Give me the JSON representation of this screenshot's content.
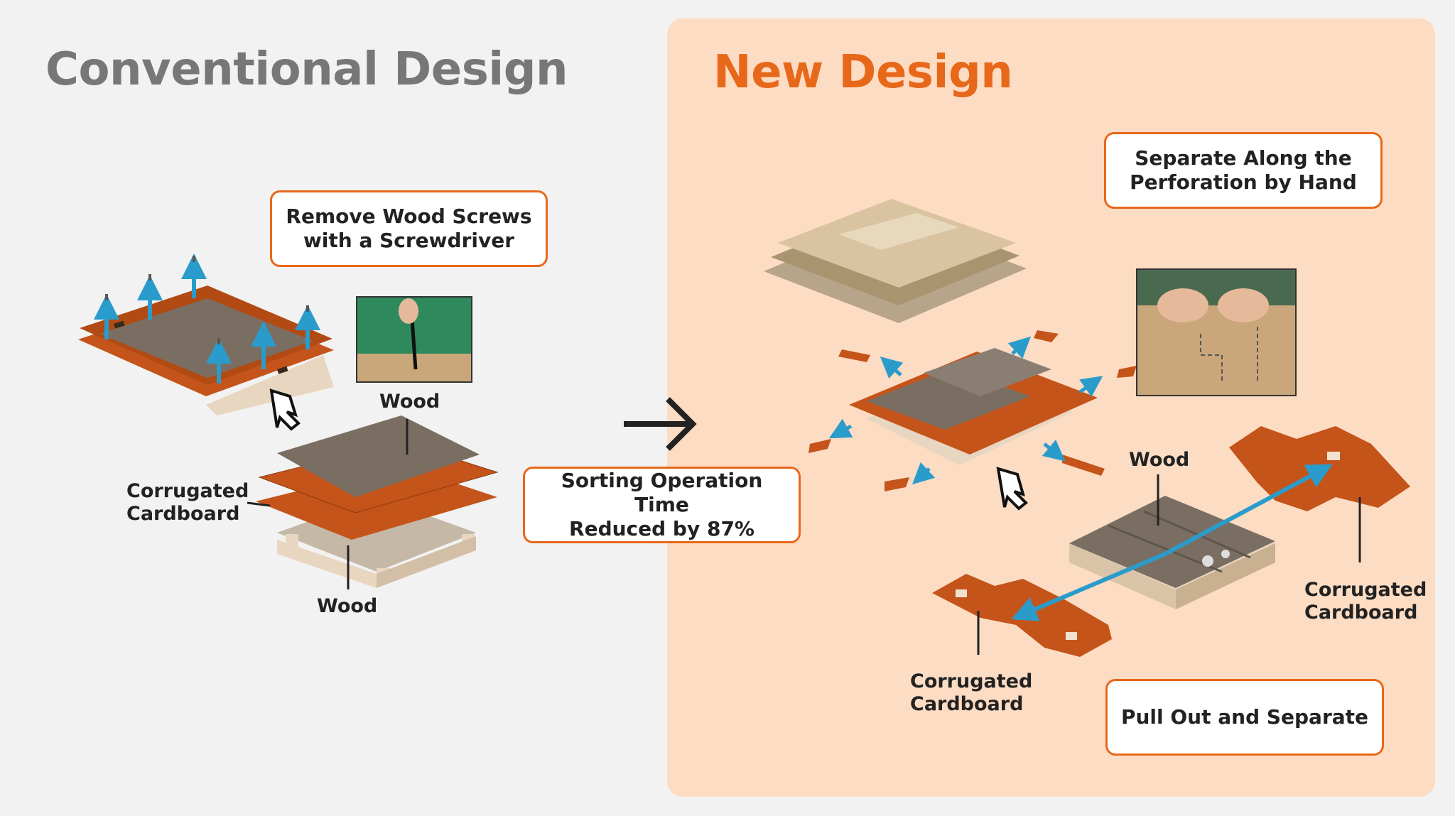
{
  "conventional": {
    "title": "Conventional Design",
    "callout": "Remove Wood Screws\nwith a Screwdriver",
    "label_wood_top": "Wood",
    "label_cardboard": "Corrugated\nCardboard",
    "label_wood_bottom": "Wood"
  },
  "comparison": {
    "callout": "Sorting Operation Time\nReduced by 87%"
  },
  "new_design": {
    "title": "New Design",
    "callout_separate": "Separate Along the\nPerforation by Hand",
    "callout_pull": "Pull Out and Separate",
    "label_wood": "Wood",
    "label_cardboard_right": "Corrugated\nCardboard",
    "label_cardboard_left": "Corrugated\nCardboard"
  },
  "colors": {
    "accent": "#e8681a",
    "panel": "#fddcc4",
    "cardboard": "#c4541a",
    "wood": "#7a6e62",
    "arrow": "#2a9ccc"
  }
}
